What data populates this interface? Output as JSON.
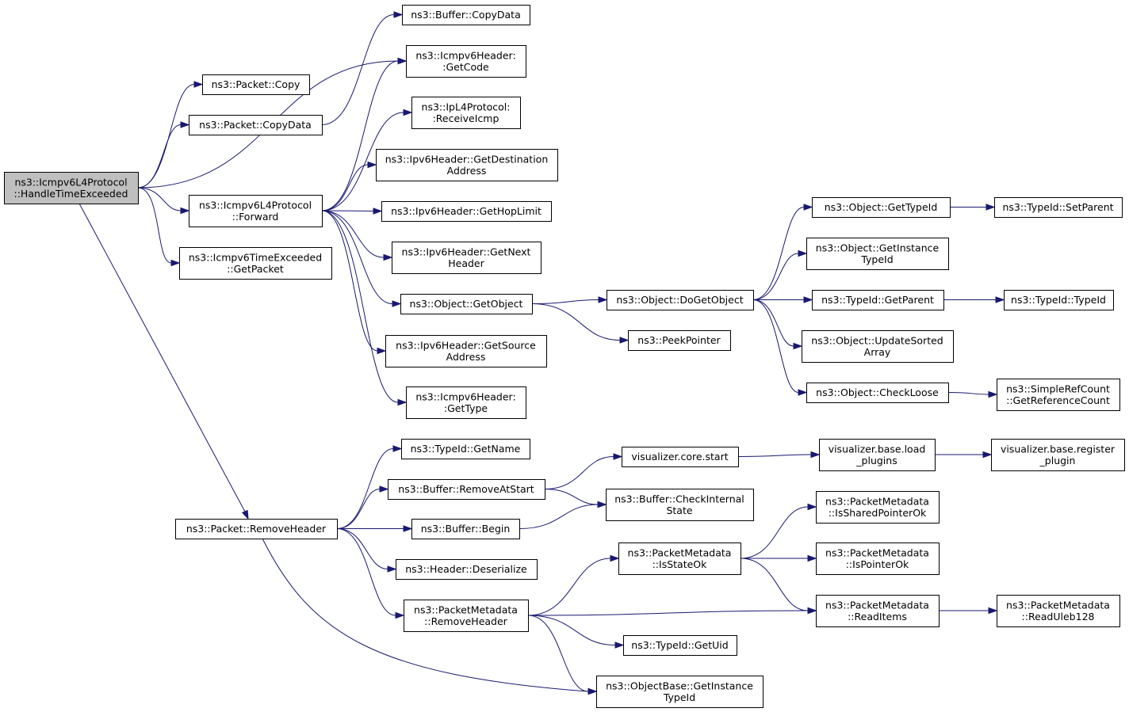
{
  "graph": {
    "root": "HandleTimeExceeded",
    "nodes": [
      {
        "id": "root",
        "lines": [
          "ns3::Icmpv6L4Protocol",
          "::HandleTimeExceeded"
        ]
      },
      {
        "id": "pkt_copy",
        "lines": [
          "ns3::Packet::Copy"
        ]
      },
      {
        "id": "pkt_copydata",
        "lines": [
          "ns3::Packet::CopyData"
        ]
      },
      {
        "id": "forward",
        "lines": [
          "ns3::Icmpv6L4Protocol",
          "::Forward"
        ]
      },
      {
        "id": "te_getpacket",
        "lines": [
          "ns3::Icmpv6TimeExceeded",
          "::GetPacket"
        ]
      },
      {
        "id": "removeheader",
        "lines": [
          "ns3::Packet::RemoveHeader"
        ]
      },
      {
        "id": "buf_copydata",
        "lines": [
          "ns3::Buffer::CopyData"
        ]
      },
      {
        "id": "getcode",
        "lines": [
          "ns3::Icmpv6Header:",
          ":GetCode"
        ]
      },
      {
        "id": "receiveicmp",
        "lines": [
          "ns3::IpL4Protocol:",
          ":ReceiveIcmp"
        ]
      },
      {
        "id": "getdest",
        "lines": [
          "ns3::Ipv6Header::GetDestination",
          "Address"
        ]
      },
      {
        "id": "gethoplimit",
        "lines": [
          "ns3::Ipv6Header::GetHopLimit"
        ]
      },
      {
        "id": "getnext",
        "lines": [
          "ns3::Ipv6Header::GetNext",
          "Header"
        ]
      },
      {
        "id": "getobject",
        "lines": [
          "ns3::Object::GetObject"
        ]
      },
      {
        "id": "getsource",
        "lines": [
          "ns3::Ipv6Header::GetSource",
          "Address"
        ]
      },
      {
        "id": "gettype",
        "lines": [
          "ns3::Icmpv6Header:",
          ":GetType"
        ]
      },
      {
        "id": "dogetobject",
        "lines": [
          "ns3::Object::DoGetObject"
        ]
      },
      {
        "id": "peekpointer",
        "lines": [
          "ns3::PeekPointer"
        ]
      },
      {
        "id": "obj_gettypeid",
        "lines": [
          "ns3::Object::GetTypeId"
        ]
      },
      {
        "id": "obj_getinstancetypeid",
        "lines": [
          "ns3::Object::GetInstance",
          "TypeId"
        ]
      },
      {
        "id": "tid_getparent",
        "lines": [
          "ns3::TypeId::GetParent"
        ]
      },
      {
        "id": "updatesorted",
        "lines": [
          "ns3::Object::UpdateSorted",
          "Array"
        ]
      },
      {
        "id": "checkloose",
        "lines": [
          "ns3::Object::CheckLoose"
        ]
      },
      {
        "id": "tid_setparent",
        "lines": [
          "ns3::TypeId::SetParent"
        ]
      },
      {
        "id": "tid_typeid",
        "lines": [
          "ns3::TypeId::TypeId"
        ]
      },
      {
        "id": "getrefcount",
        "lines": [
          "ns3::SimpleRefCount",
          "::GetReferenceCount"
        ]
      },
      {
        "id": "tid_getname",
        "lines": [
          "ns3::TypeId::GetName"
        ]
      },
      {
        "id": "buf_removeatstart",
        "lines": [
          "ns3::Buffer::RemoveAtStart"
        ]
      },
      {
        "id": "buf_begin",
        "lines": [
          "ns3::Buffer::Begin"
        ]
      },
      {
        "id": "hdr_deserialize",
        "lines": [
          "ns3::Header::Deserialize"
        ]
      },
      {
        "id": "pm_removeheader",
        "lines": [
          "ns3::PacketMetadata",
          "::RemoveHeader"
        ]
      },
      {
        "id": "objbase_getinstancetypeid",
        "lines": [
          "ns3::ObjectBase::GetInstance",
          "TypeId"
        ]
      },
      {
        "id": "vis_core_start",
        "lines": [
          "visualizer.core.start"
        ]
      },
      {
        "id": "buf_checkinternal",
        "lines": [
          "ns3::Buffer::CheckInternal",
          "State"
        ]
      },
      {
        "id": "pm_isstateok",
        "lines": [
          "ns3::PacketMetadata",
          "::IsStateOk"
        ]
      },
      {
        "id": "tid_getuid",
        "lines": [
          "ns3::TypeId::GetUid"
        ]
      },
      {
        "id": "vis_load_plugins",
        "lines": [
          "visualizer.base.load",
          "_plugins"
        ]
      },
      {
        "id": "vis_register_plugin",
        "lines": [
          "visualizer.base.register",
          "_plugin"
        ]
      },
      {
        "id": "pm_issharedpointerok",
        "lines": [
          "ns3::PacketMetadata",
          "::IsSharedPointerOk"
        ]
      },
      {
        "id": "pm_ispointerok",
        "lines": [
          "ns3::PacketMetadata",
          "::IsPointerOk"
        ]
      },
      {
        "id": "pm_readitems",
        "lines": [
          "ns3::PacketMetadata",
          "::ReadItems"
        ]
      },
      {
        "id": "pm_readuleb128",
        "lines": [
          "ns3::PacketMetadata",
          "::ReadUleb128"
        ]
      }
    ],
    "edges": [
      [
        "root",
        "pkt_copy"
      ],
      [
        "root",
        "pkt_copydata"
      ],
      [
        "root",
        "getcode"
      ],
      [
        "root",
        "forward"
      ],
      [
        "root",
        "te_getpacket"
      ],
      [
        "root",
        "removeheader"
      ],
      [
        "pkt_copydata",
        "buf_copydata"
      ],
      [
        "forward",
        "getcode"
      ],
      [
        "forward",
        "receiveicmp"
      ],
      [
        "forward",
        "getdest"
      ],
      [
        "forward",
        "gethoplimit"
      ],
      [
        "forward",
        "getnext"
      ],
      [
        "forward",
        "getobject"
      ],
      [
        "forward",
        "getsource"
      ],
      [
        "forward",
        "gettype"
      ],
      [
        "getobject",
        "dogetobject"
      ],
      [
        "getobject",
        "peekpointer"
      ],
      [
        "dogetobject",
        "obj_gettypeid"
      ],
      [
        "dogetobject",
        "obj_getinstancetypeid"
      ],
      [
        "dogetobject",
        "tid_getparent"
      ],
      [
        "dogetobject",
        "updatesorted"
      ],
      [
        "dogetobject",
        "checkloose"
      ],
      [
        "obj_gettypeid",
        "tid_setparent"
      ],
      [
        "tid_getparent",
        "tid_typeid"
      ],
      [
        "checkloose",
        "getrefcount"
      ],
      [
        "removeheader",
        "tid_getname"
      ],
      [
        "removeheader",
        "buf_removeatstart"
      ],
      [
        "removeheader",
        "buf_begin"
      ],
      [
        "removeheader",
        "hdr_deserialize"
      ],
      [
        "removeheader",
        "pm_removeheader"
      ],
      [
        "removeheader",
        "objbase_getinstancetypeid"
      ],
      [
        "buf_removeatstart",
        "vis_core_start"
      ],
      [
        "buf_removeatstart",
        "buf_checkinternal"
      ],
      [
        "buf_begin",
        "buf_checkinternal"
      ],
      [
        "vis_core_start",
        "vis_load_plugins"
      ],
      [
        "vis_load_plugins",
        "vis_register_plugin"
      ],
      [
        "pm_removeheader",
        "pm_isstateok"
      ],
      [
        "pm_removeheader",
        "pm_readitems"
      ],
      [
        "pm_removeheader",
        "tid_getuid"
      ],
      [
        "pm_removeheader",
        "objbase_getinstancetypeid"
      ],
      [
        "pm_isstateok",
        "pm_issharedpointerok"
      ],
      [
        "pm_isstateok",
        "pm_ispointerok"
      ],
      [
        "pm_isstateok",
        "pm_readitems"
      ],
      [
        "pm_readitems",
        "pm_readuleb128"
      ]
    ]
  },
  "colors": {
    "edge": "#191970",
    "root_fill": "#bfbfbf",
    "node_fill": "#ffffff",
    "border": "#000000"
  }
}
